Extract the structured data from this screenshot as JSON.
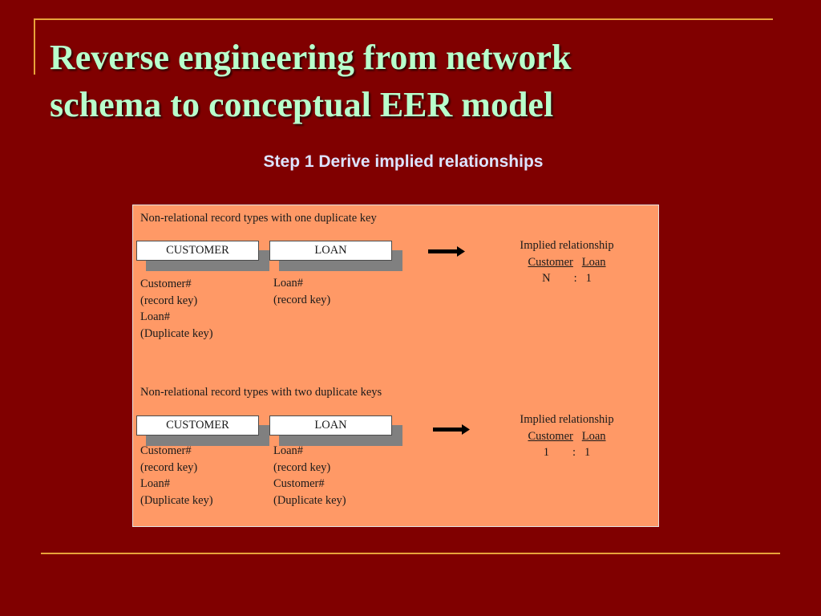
{
  "slide": {
    "title_line1": "Reverse engineering from network",
    "title_line2": "schema to conceptual EER model",
    "subtitle": "Step 1 Derive implied relationships"
  },
  "section1": {
    "heading": "Non-relational record types with one duplicate key",
    "record_left": "CUSTOMER",
    "record_right": "LOAN",
    "left_fields": [
      "Customer#",
      "(record key)",
      "Loan#",
      "(Duplicate key)"
    ],
    "right_fields": [
      "Loan#",
      "(record key)"
    ],
    "implied": {
      "label": "Implied relationship",
      "entity_left": "Customer",
      "entity_right": "Loan",
      "cardinality_left": "N",
      "separator": ":",
      "cardinality_right": "1"
    }
  },
  "section2": {
    "heading": "Non-relational record types with two duplicate keys",
    "record_left": "CUSTOMER",
    "record_right": "LOAN",
    "left_fields": [
      "Customer#",
      "(record key)",
      "Loan#",
      "(Duplicate key)"
    ],
    "right_fields": [
      "Loan#",
      "(record key)",
      "Customer#",
      "(Duplicate key)"
    ],
    "implied": {
      "label": "Implied relationship",
      "entity_left": "Customer",
      "entity_right": "Loan",
      "cardinality_left": "1",
      "separator": ":",
      "cardinality_right": "1"
    }
  },
  "colors": {
    "background": "#800000",
    "title": "#b8ffcc",
    "subtitle": "#dde4ff",
    "panel": "#ff9966",
    "rule": "#e8a33a"
  },
  "icons": [
    "right-arrow-icon"
  ]
}
